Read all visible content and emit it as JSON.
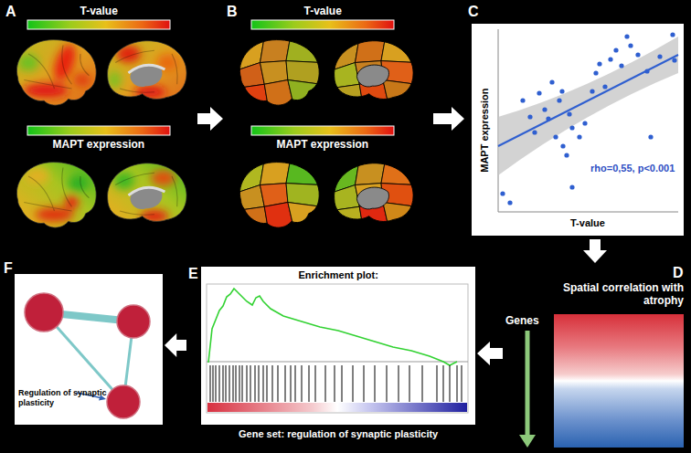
{
  "diagram": {
    "nodes": [
      {
        "text": [
          "A",
          "T-value",
          "MAPT expression"
        ]
      },
      {
        "text": [
          "B",
          "T-value",
          "MAPT expression"
        ]
      },
      {
        "text": [
          "C",
          "MAPT expression",
          "T-value",
          "rho=0,55, p<0.001"
        ]
      },
      {
        "text": [
          "D",
          "Spatial correlation with atrophy",
          "Genes"
        ]
      },
      {
        "text": [
          "E",
          "Enrichment plot:",
          "Gene set: regulation of synaptic plasticity"
        ]
      },
      {
        "text": [
          "F",
          "Regulation of synaptic plasticity"
        ]
      }
    ],
    "edges": [
      {
        "from": 0,
        "to": 1,
        "arrow": "to"
      },
      {
        "from": 1,
        "to": 2,
        "arrow": "to"
      },
      {
        "from": 2,
        "to": 3,
        "arrow": "to"
      },
      {
        "from": 3,
        "to": 4,
        "arrow": "to"
      },
      {
        "from": 4,
        "to": 5,
        "arrow": "to"
      }
    ]
  }
}
